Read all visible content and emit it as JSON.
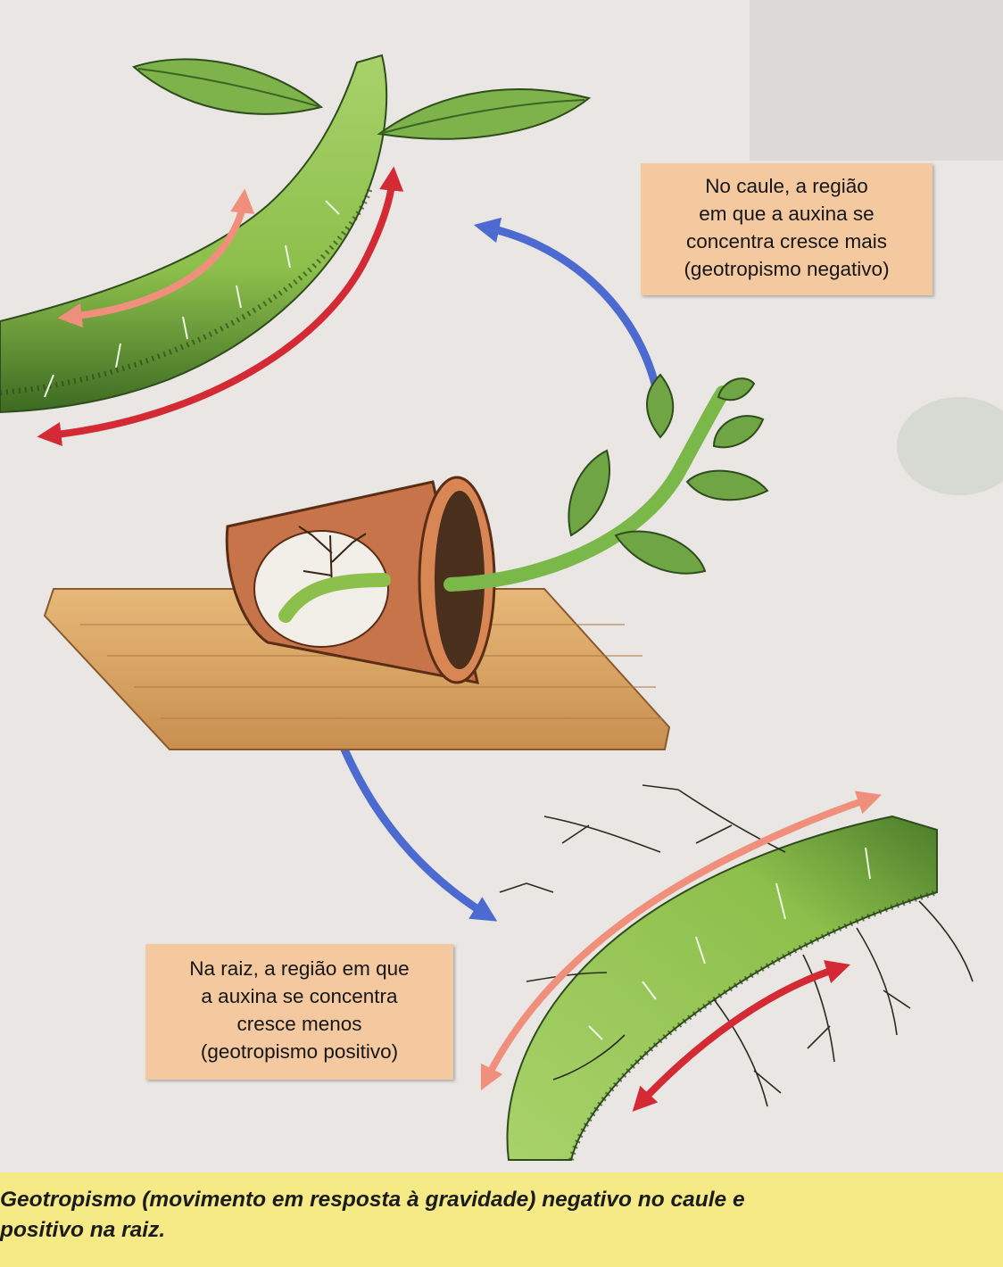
{
  "stem_box": {
    "lines": [
      "No caule, a região",
      "em que a auxina se",
      "concentra cresce mais",
      "(geotropismo negativo)"
    ]
  },
  "root_box": {
    "lines": [
      "Na raiz, a região em que",
      "a auxina se concentra",
      "cresce menos",
      "(geotropismo positivo)"
    ]
  },
  "caption": {
    "lines": [
      "Geotropismo (movimento em resposta à gravidade) negativo no caule e",
      "positivo na raiz."
    ]
  },
  "colors": {
    "stem_green": "#8dbf4c",
    "stem_shadow": "#3d6a22",
    "arrow_red": "#d32a35",
    "arrow_salmon": "#f0907c",
    "arrow_blue": "#4d6ad0",
    "label_bg": "#f5c9a0",
    "caption_bg": "#f6ea86",
    "pot": "#c8744a",
    "board": "#dca867"
  }
}
